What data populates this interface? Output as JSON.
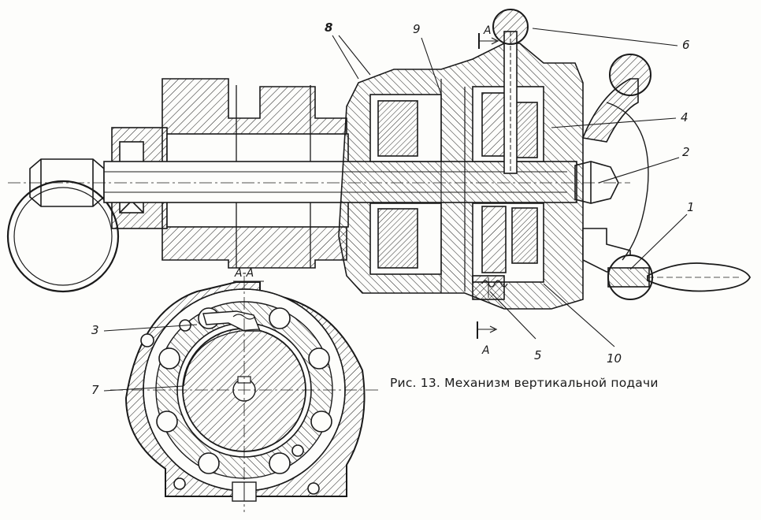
{
  "caption": "Рис. 13. Механизм вертикальной подачи",
  "section_view": "А-А",
  "section_marks": [
    "А",
    "А"
  ],
  "callouts": [
    "1",
    "2",
    "3",
    "4",
    "5",
    "6",
    "7",
    "8",
    "9",
    "10"
  ],
  "colors": {
    "ink": "#1a1a1a",
    "paper": "#fdfdfb"
  }
}
